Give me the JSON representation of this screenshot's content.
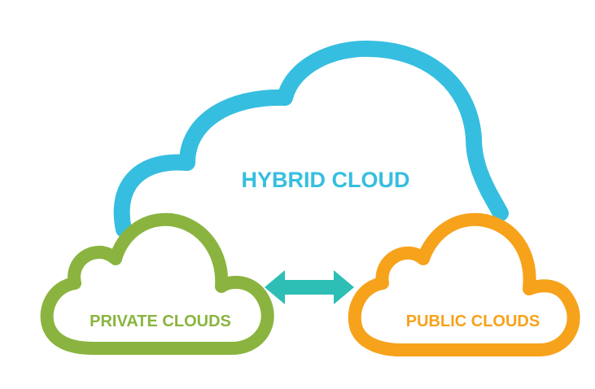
{
  "hybrid_cloud": {
    "label": "HYBRID CLOUD",
    "color": "#36BEE0"
  },
  "private_clouds": {
    "label": "PRIVATE CLOUDS",
    "color": "#8AB43F"
  },
  "public_clouds": {
    "label": "PUBLIC CLOUDS",
    "color": "#F7A21B"
  },
  "connector": {
    "icon": "double-arrow-icon",
    "color": "#2DBEB5"
  }
}
